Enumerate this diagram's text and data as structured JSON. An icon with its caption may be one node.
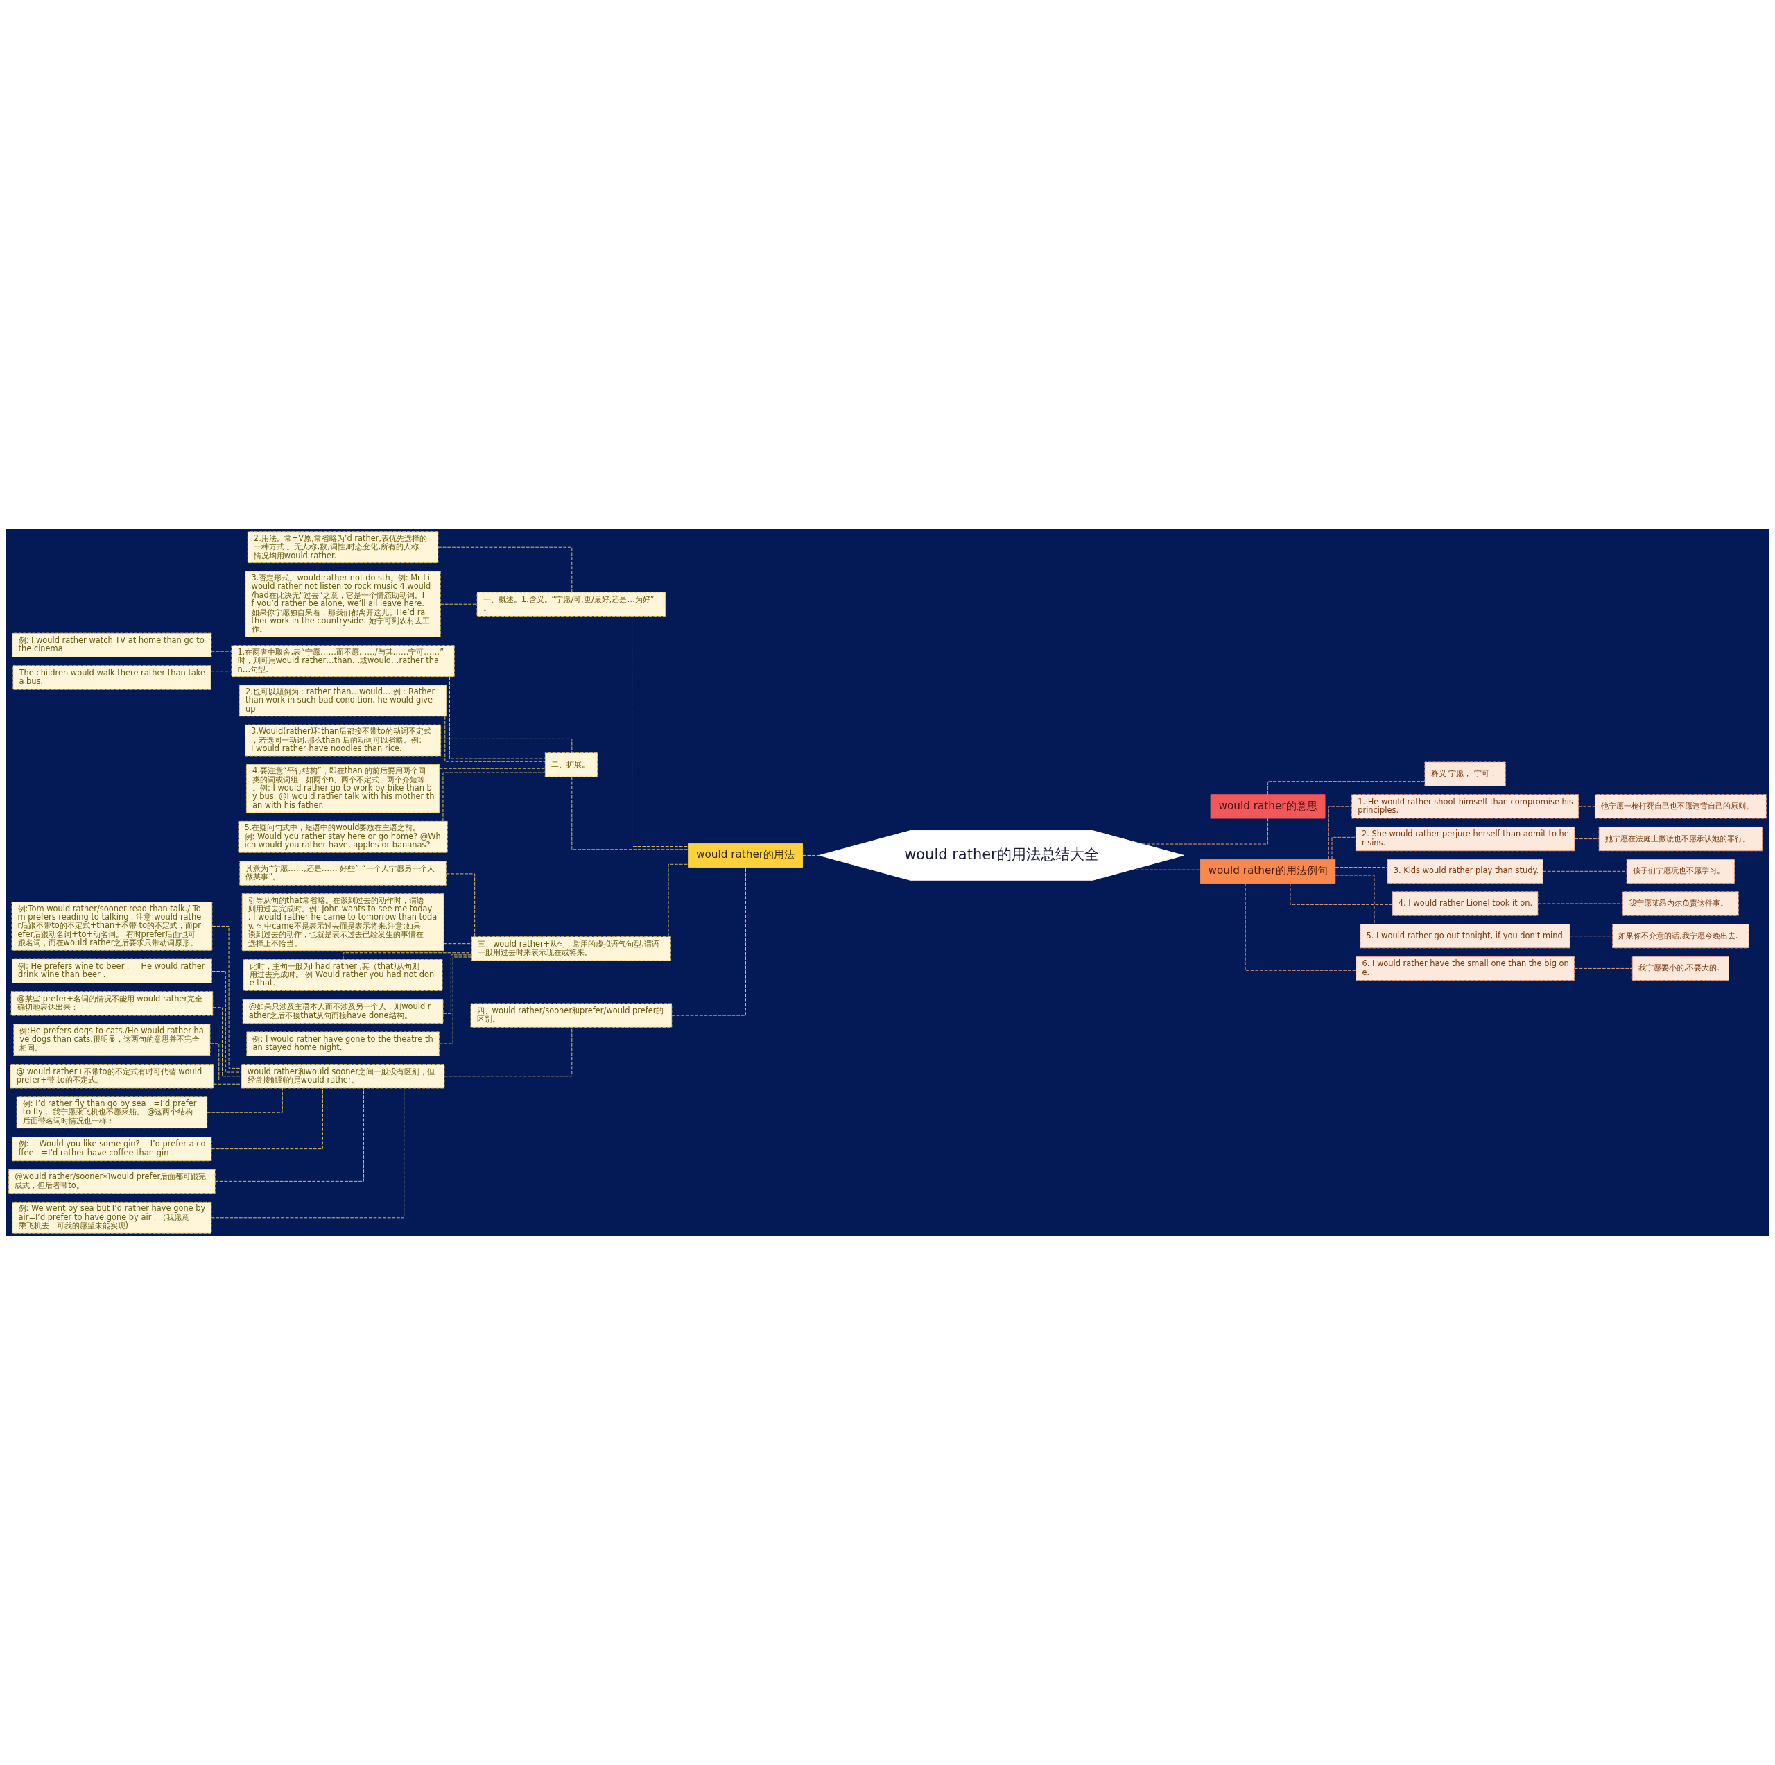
{
  "diagram": {
    "nodes": [
      {
        "text": [
          "would rather的用法总结大全"
        ]
      },
      {
        "text": [
          "would rather的用法"
        ]
      },
      {
        "text": [
          "一、概述。1.含义。“宁愿/可,更/最好,还是…为好”。"
        ]
      },
      {
        "text": [
          "2.用法。常+V原,常省略为’d rather,表优先选择的一种方式 。无人称,数,词性,时态变化,所有的人称情况均用would rather."
        ]
      },
      {
        "text": [
          "3.否定形式。would rather not do sth。例: Mr Li would rather not listen to rock music 4.would /had在此决无“过去”之意，它是一个情态助动词。If you’d rather be alone, we’ll all leave here. 如果你宁愿独自呆着，那我们都离开这儿。He’d rather work in the countryside. 她宁可到农村去工作。"
        ]
      },
      {
        "text": [
          "二、扩展。"
        ]
      },
      {
        "text": [
          "1.在两者中取舍,表“宁愿……而不愿……/与其……宁可……”时，则可用would rather…than…或would…rather than…句型."
        ]
      },
      {
        "text": [
          "例: I would rather watch TV at home than go to the cinema."
        ]
      },
      {
        "text": [
          "The children would walk there rather than take a bus."
        ]
      },
      {
        "text": [
          "2.也可以颠倒为：rather than…would… 例：Rather than work in such bad condition, he would give up"
        ]
      },
      {
        "text": [
          "3.Would(rather)和than后都接不带to的动词不定式，若选同一动词,那么than 后的动词可以省略。例: I would rather have noodles than rice."
        ]
      },
      {
        "text": [
          "4.要注意“平行结构”，即在than 的前后要用两个同类的词或词组，如两个n、两个不定式、两个介短等。例: I would rather go to work by bike than by bus. @I would rather talk with his mother than with his father."
        ]
      },
      {
        "text": [
          "5.在疑问句式中，短语中的would要放在主语之前。例: Would you rather stay here or go home? @Which would you rather have, apples or bananas?"
        ]
      },
      {
        "text": [
          "三、would rather+从句，常用的虚拟语气句型,谓语一般用过去时来表示现在或将来。"
        ]
      },
      {
        "text": [
          "其意为“宁愿……,还是…… 好些” “一个人宁愿另一个人做某事”。"
        ]
      },
      {
        "text": [
          "引导从句的that常省略。在谈到过去的动作时，谓语则用过去完成时。例: John wants to see me today. I would rather he came to tomorrow than today. 句中came不是表示过去而是表示将来.注意:如果谈到过去的动作，也就是表示过去已经发生的事情在选择上不恰当。"
        ]
      },
      {
        "text": [
          "此时，主句一般为I had rather ,其（that)从句则用过去完成时。 例 Would rather you had not done that."
        ]
      },
      {
        "text": [
          "@如果只涉及主语本人而不涉及另一个人，则would rather之后不接that从句而接have done结构。"
        ]
      },
      {
        "text": [
          "例: I would rather have gone to the theatre than stayed home night."
        ]
      },
      {
        "text": [
          "四、would rather/sooner和prefer/would prefer的区别。"
        ]
      },
      {
        "text": [
          "would rather和would sooner之间一般没有区别，但经常接触到的是would rather。"
        ]
      },
      {
        "text": [
          "例:Tom would rather/sooner read than talk./ Tom prefers reading to talking．注意:would rather后跟不带to的不定式+than+不带 to的不定式，而prefer后跟动名词+to+动名词。 有时prefer后面也可跟名词，而在would rather之后要求只带动词原形。"
        ]
      },
      {
        "text": [
          "例: He prefers wine to beer．= He would rather drink wine than beer．"
        ]
      },
      {
        "text": [
          "@某些 prefer+名词的情况不能用 would rather完全确切地表达出来："
        ]
      },
      {
        "text": [
          "例:He prefers dogs to cats./He would rather have dogs than cats.很明显，这两句的意思并不完全相同。"
        ]
      },
      {
        "text": [
          "@ would rather+不带to的不定式有时可代替 would prefer+带 to的不定式。"
        ]
      },
      {
        "text": [
          "例: I’d rather fly than go by sea．=I’d prefer to fly． 我宁愿乘飞机也不愿乘船。 @这两个结构后面带名词时情况也一样："
        ]
      },
      {
        "text": [
          "例: —Would you like some gin? —I’d prefer a coffee．=I’d rather have coffee than gin．"
        ]
      },
      {
        "text": [
          "@would rather/sooner和would prefer后面都可跟完成式，但后者带to。"
        ]
      },
      {
        "text": [
          "例: We went by sea but I’d rather have gone by air=I’d prefer to have gone by air．（我愿意乘飞机去，可我的愿望未能实现)"
        ]
      },
      {
        "text": [
          "would rather的意思"
        ]
      },
      {
        "text": [
          "释义 宁愿， 宁可；"
        ]
      },
      {
        "text": [
          "would rather的用法例句"
        ]
      },
      {
        "text": [
          "1. He would rather shoot himself than compromise his principles."
        ]
      },
      {
        "text": [
          "他宁愿一枪打死自己也不愿违背自己的原则。"
        ]
      },
      {
        "text": [
          "2. She would rather perjure herself than admit to her sins."
        ]
      },
      {
        "text": [
          "她宁愿在法庭上撒谎也不愿承认她的罪行。"
        ]
      },
      {
        "text": [
          "3. Kids would rather play than study."
        ]
      },
      {
        "text": [
          "孩子们宁愿玩也不愿学习。"
        ]
      },
      {
        "text": [
          "4. I would rather Lionel took it on."
        ]
      },
      {
        "text": [
          "我宁愿莱昂内尔负责这件事。"
        ]
      },
      {
        "text": [
          "5. I would rather go out tonight, if you don't mind."
        ]
      },
      {
        "text": [
          "如果你不介意的话,我宁愿今晚出去."
        ]
      },
      {
        "text": [
          "6. I would rather have the small one than the big one."
        ]
      },
      {
        "text": [
          "我宁愿要小的,不要大的."
        ]
      }
    ],
    "edges": [
      {
        "from": 0,
        "to": 1,
        "arrow": "none",
        "style": "dashed"
      },
      {
        "from": 1,
        "to": 2,
        "arrow": "none",
        "style": "dashed"
      },
      {
        "from": 2,
        "to": 3,
        "arrow": "none",
        "style": "dashed"
      },
      {
        "from": 2,
        "to": 4,
        "arrow": "none",
        "style": "dashed"
      },
      {
        "from": 1,
        "to": 5,
        "arrow": "none",
        "style": "dashed"
      },
      {
        "from": 5,
        "to": 6,
        "arrow": "none",
        "style": "dashed"
      },
      {
        "from": 6,
        "to": 7,
        "arrow": "none",
        "style": "dashed"
      },
      {
        "from": 6,
        "to": 8,
        "arrow": "none",
        "style": "dashed"
      },
      {
        "from": 5,
        "to": 9,
        "arrow": "none",
        "style": "dashed"
      },
      {
        "from": 5,
        "to": 10,
        "arrow": "none",
        "style": "dashed"
      },
      {
        "from": 5,
        "to": 11,
        "arrow": "none",
        "style": "dashed"
      },
      {
        "from": 5,
        "to": 12,
        "arrow": "none",
        "style": "dashed"
      },
      {
        "from": 1,
        "to": 13,
        "arrow": "none",
        "style": "dashed"
      },
      {
        "from": 13,
        "to": 14,
        "arrow": "none",
        "style": "dashed"
      },
      {
        "from": 13,
        "to": 15,
        "arrow": "none",
        "style": "dashed"
      },
      {
        "from": 13,
        "to": 16,
        "arrow": "none",
        "style": "dashed"
      },
      {
        "from": 13,
        "to": 17,
        "arrow": "none",
        "style": "dashed"
      },
      {
        "from": 13,
        "to": 18,
        "arrow": "none",
        "style": "dashed"
      },
      {
        "from": 1,
        "to": 19,
        "arrow": "none",
        "style": "dashed"
      },
      {
        "from": 19,
        "to": 20,
        "arrow": "none",
        "style": "dashed"
      },
      {
        "from": 20,
        "to": 21,
        "arrow": "none",
        "style": "dashed"
      },
      {
        "from": 20,
        "to": 22,
        "arrow": "none",
        "style": "dashed"
      },
      {
        "from": 20,
        "to": 23,
        "arrow": "none",
        "style": "dashed"
      },
      {
        "from": 20,
        "to": 24,
        "arrow": "none",
        "style": "dashed"
      },
      {
        "from": 20,
        "to": 25,
        "arrow": "none",
        "style": "dashed"
      },
      {
        "from": 20,
        "to": 26,
        "arrow": "none",
        "style": "dashed"
      },
      {
        "from": 20,
        "to": 27,
        "arrow": "none",
        "style": "dashed"
      },
      {
        "from": 20,
        "to": 28,
        "arrow": "none",
        "style": "dashed"
      },
      {
        "from": 20,
        "to": 29,
        "arrow": "none",
        "style": "dashed"
      },
      {
        "from": 0,
        "to": 30,
        "arrow": "none",
        "style": "dashed"
      },
      {
        "from": 30,
        "to": 31,
        "arrow": "none",
        "style": "dashed"
      },
      {
        "from": 0,
        "to": 32,
        "arrow": "none",
        "style": "dashed"
      },
      {
        "from": 32,
        "to": 33,
        "arrow": "none",
        "style": "dashed"
      },
      {
        "from": 33,
        "to": 34,
        "arrow": "none",
        "style": "dashed"
      },
      {
        "from": 32,
        "to": 35,
        "arrow": "none",
        "style": "dashed"
      },
      {
        "from": 35,
        "to": 36,
        "arrow": "none",
        "style": "dashed"
      },
      {
        "from": 32,
        "to": 37,
        "arrow": "none",
        "style": "dashed"
      },
      {
        "from": 37,
        "to": 38,
        "arrow": "none",
        "style": "dashed"
      },
      {
        "from": 32,
        "to": 39,
        "arrow": "none",
        "style": "dashed"
      },
      {
        "from": 39,
        "to": 40,
        "arrow": "none",
        "style": "dashed"
      },
      {
        "from": 32,
        "to": 41,
        "arrow": "none",
        "style": "dashed"
      },
      {
        "from": 41,
        "to": 42,
        "arrow": "none",
        "style": "dashed"
      },
      {
        "from": 32,
        "to": 43,
        "arrow": "none",
        "style": "dashed"
      },
      {
        "from": 43,
        "to": 44,
        "arrow": "none",
        "style": "dashed"
      }
    ]
  }
}
